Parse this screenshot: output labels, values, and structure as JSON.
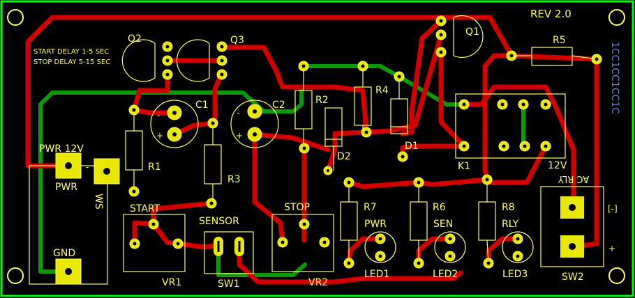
{
  "board": {
    "revision": "REV 2.0",
    "notes": [
      "START DELAY 1-5 SEC",
      "STOP DELAY 5-15 SEC"
    ],
    "vertical_code": "1CC1CC1CC1C",
    "colors": {
      "background": "#000000",
      "outline": "#00ff00",
      "silkscreen": "#ffff66",
      "top_copper": "#d40000",
      "bottom_copper": "#0a9a0a",
      "pads": "#e8e800"
    }
  },
  "labels": {
    "q1": "Q1",
    "q2": "Q2",
    "q3": "Q3",
    "r1": "R1",
    "r2": "R2",
    "r3": "R3",
    "r4": "R4",
    "r5": "R5",
    "r6": "R6",
    "r7": "R7",
    "r8": "R8",
    "c1": "C1",
    "c2": "C2",
    "d1": "D1",
    "d2": "D2",
    "k1": "K1",
    "k1_voltage": "12V",
    "pwr_12v": "PWR 12V",
    "pwr": "PWR",
    "ws": "WS",
    "gnd": "GND",
    "start": "START",
    "stop": "STOP",
    "sensor": "SENSOR",
    "vr1": "VR1",
    "vr2": "VR2",
    "sw1": "SW1",
    "sw2": "SW2",
    "led1_label": "PWR",
    "led2_label": "SEN",
    "led3_label": "RLY",
    "led1": "LED1",
    "led2": "LED2",
    "led3": "LED3",
    "ac_rly": "AC RLY",
    "plus": "+",
    "minus": "-",
    "bracket_minus": "[-]"
  }
}
